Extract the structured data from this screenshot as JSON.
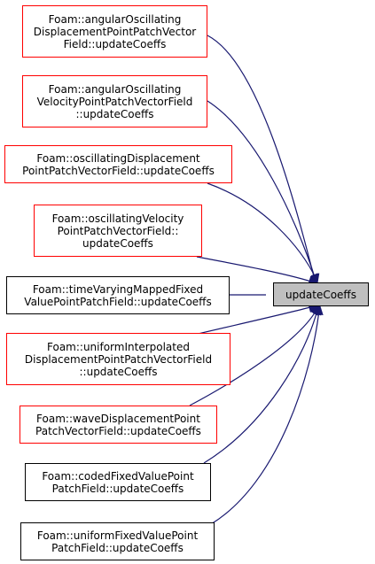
{
  "colors": {
    "edge": "#191970",
    "border_red": "#ff0000",
    "border_black": "#000000",
    "target_fill": "#bfbfbf"
  },
  "target": {
    "label": "updateCoeffs"
  },
  "callers": [
    {
      "lines": [
        "Foam::angularOscillating",
        "DisplacementPointPatchVector",
        "Field::updateCoeffs"
      ],
      "border": "red"
    },
    {
      "lines": [
        "Foam::angularOscillating",
        "VelocityPointPatchVectorField",
        "::updateCoeffs"
      ],
      "border": "red"
    },
    {
      "lines": [
        "Foam::oscillatingDisplacement",
        "PointPatchVectorField::updateCoeffs"
      ],
      "border": "red"
    },
    {
      "lines": [
        "Foam::oscillatingVelocity",
        "PointPatchVectorField::",
        "updateCoeffs"
      ],
      "border": "red"
    },
    {
      "lines": [
        "Foam::timeVaryingMappedFixed",
        "ValuePointPatchField::updateCoeffs"
      ],
      "border": "black"
    },
    {
      "lines": [
        "Foam::uniformInterpolated",
        "DisplacementPointPatchVectorField",
        "::updateCoeffs"
      ],
      "border": "red"
    },
    {
      "lines": [
        "Foam::waveDisplacementPoint",
        "PatchVectorField::updateCoeffs"
      ],
      "border": "red"
    },
    {
      "lines": [
        "Foam::codedFixedValuePoint",
        "PatchField::updateCoeffs"
      ],
      "border": "black"
    },
    {
      "lines": [
        "Foam::uniformFixedValuePoint",
        "PatchField::updateCoeffs"
      ],
      "border": "black"
    }
  ]
}
